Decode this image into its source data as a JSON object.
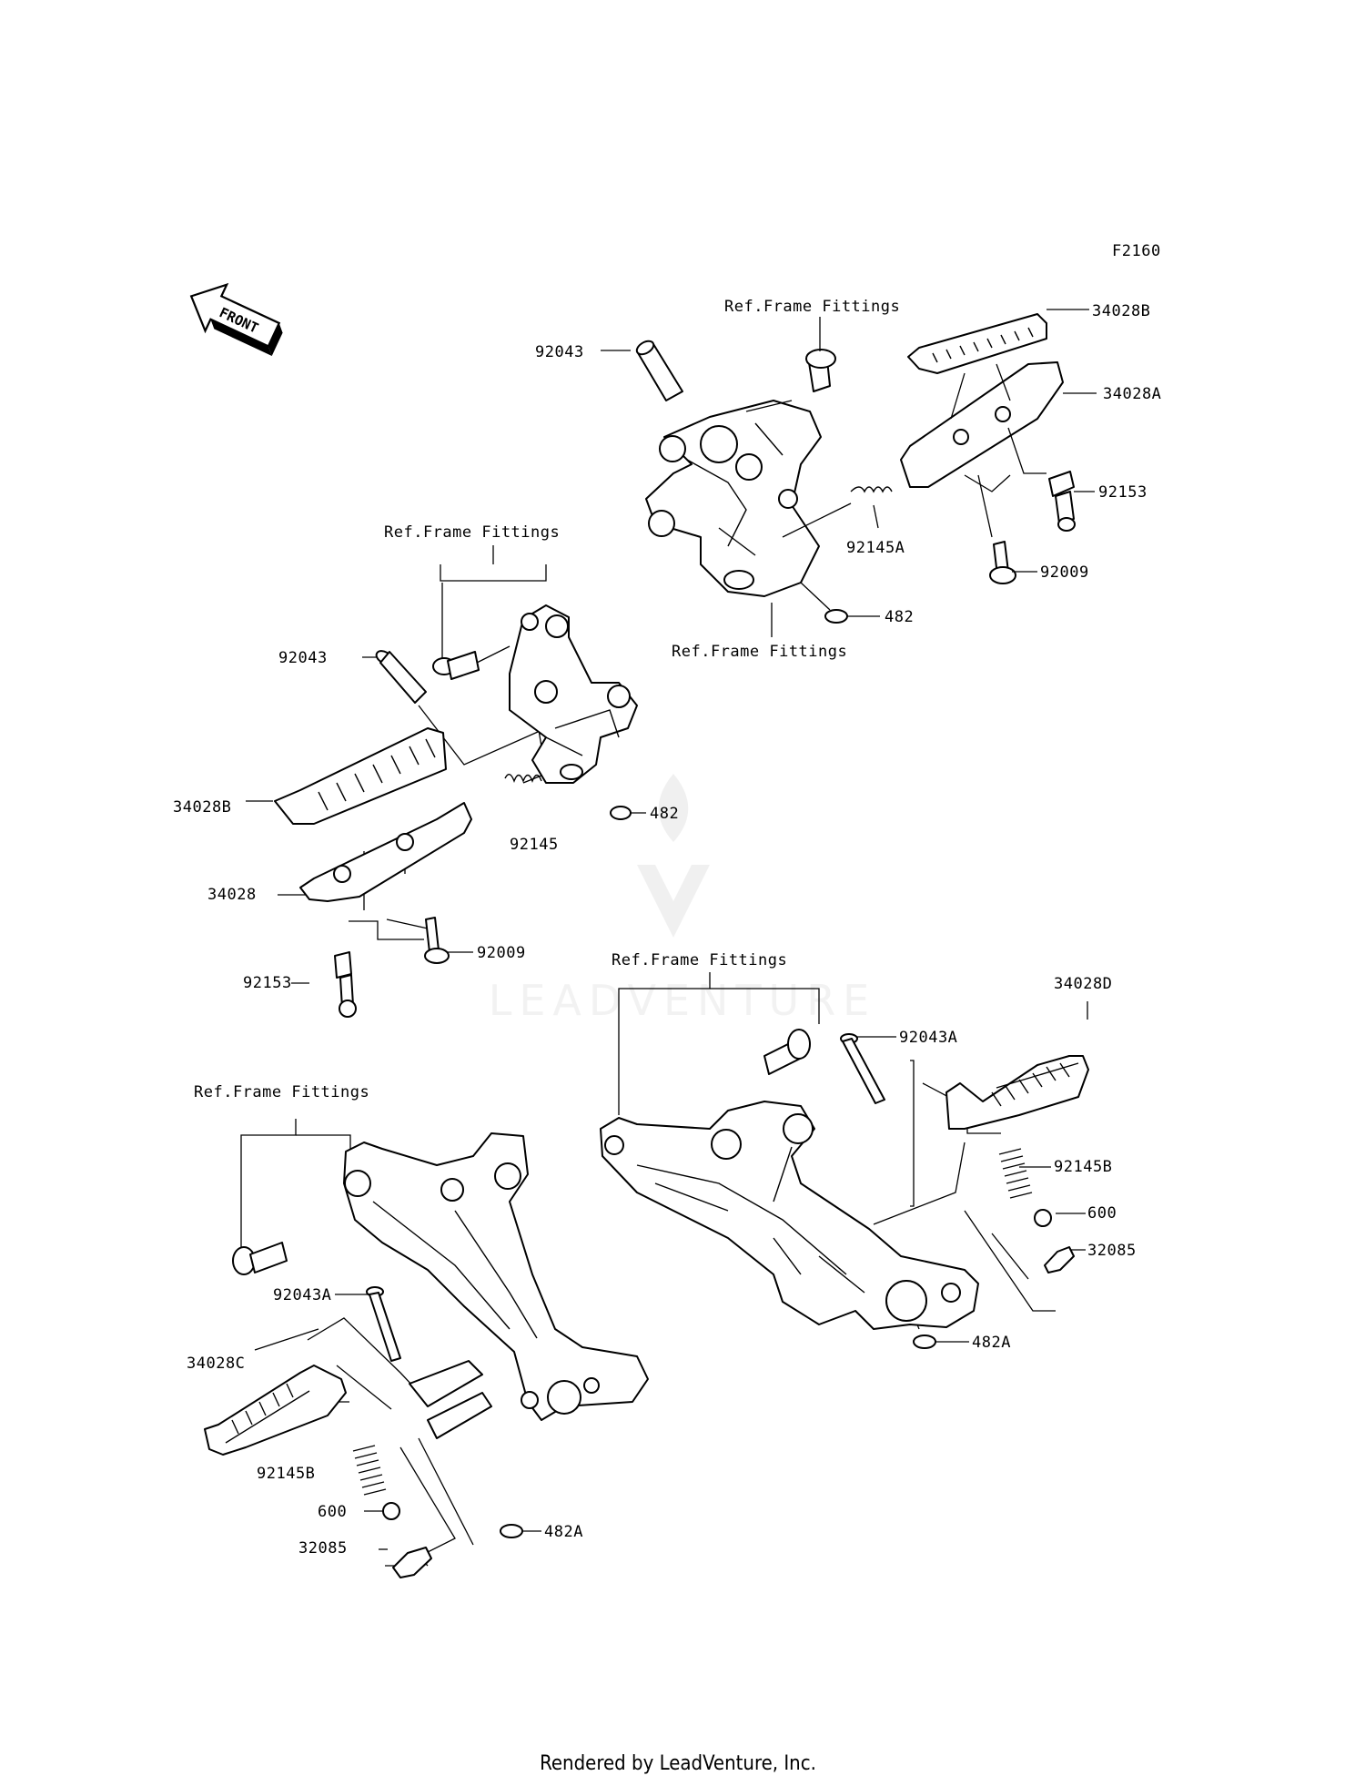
{
  "diagram_code": "F2160",
  "front_arrow_label": "FRONT",
  "watermark": "LEADVENTURE",
  "footer": "Rendered by LeadVenture, Inc.",
  "labels": {
    "ref_rr_upper": "Ref.Frame Fittings",
    "ref_rr_lower": "Ref.Frame Fittings",
    "ref_lr": "Ref.Frame Fittings",
    "ref_rf": "Ref.Frame Fittings",
    "ref_lf": "Ref.Frame Fittings",
    "p92043_rr": "92043",
    "p34028B_rr": "34028B",
    "p34028A": "34028A",
    "p92153_rr": "92153",
    "p92145A": "92145A",
    "p92009_rr": "92009",
    "p482_rr": "482",
    "p92043_lr": "92043",
    "p34028B_lr": "34028B",
    "p92145": "92145",
    "p482_lr": "482",
    "p34028": "34028",
    "p92009_lr": "92009",
    "p92153_lr": "92153",
    "p34028D": "34028D",
    "p92043A_rf": "92043A",
    "p92145B_rf": "92145B",
    "p600_rf": "600",
    "p32085_rf": "32085",
    "p482A_rf": "482A",
    "p92043A_lf": "92043A",
    "p34028C": "34028C",
    "p92145B_lf": "92145B",
    "p600_lf": "600",
    "p32085_lf": "32085",
    "p482A_lf": "482A"
  }
}
